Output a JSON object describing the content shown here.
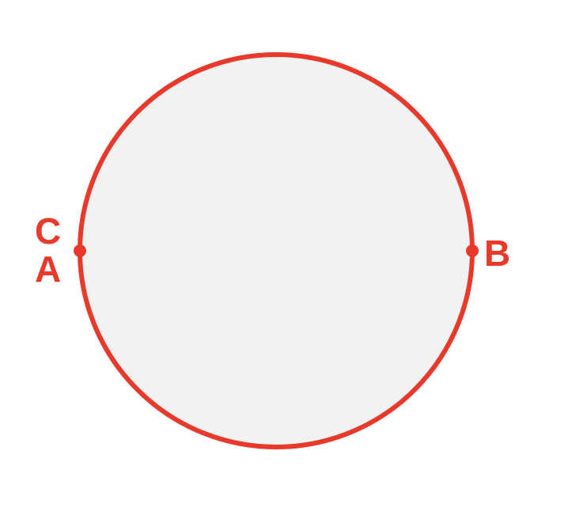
{
  "colors": {
    "circle_stroke": "#e8392b",
    "circle_fill": "#f2f2f2",
    "point": "#e8392b",
    "label": "#e8392b",
    "background": "#ffffff"
  },
  "points": {
    "A": {
      "label": "A"
    },
    "B": {
      "label": "B"
    },
    "C": {
      "label": "C"
    }
  }
}
